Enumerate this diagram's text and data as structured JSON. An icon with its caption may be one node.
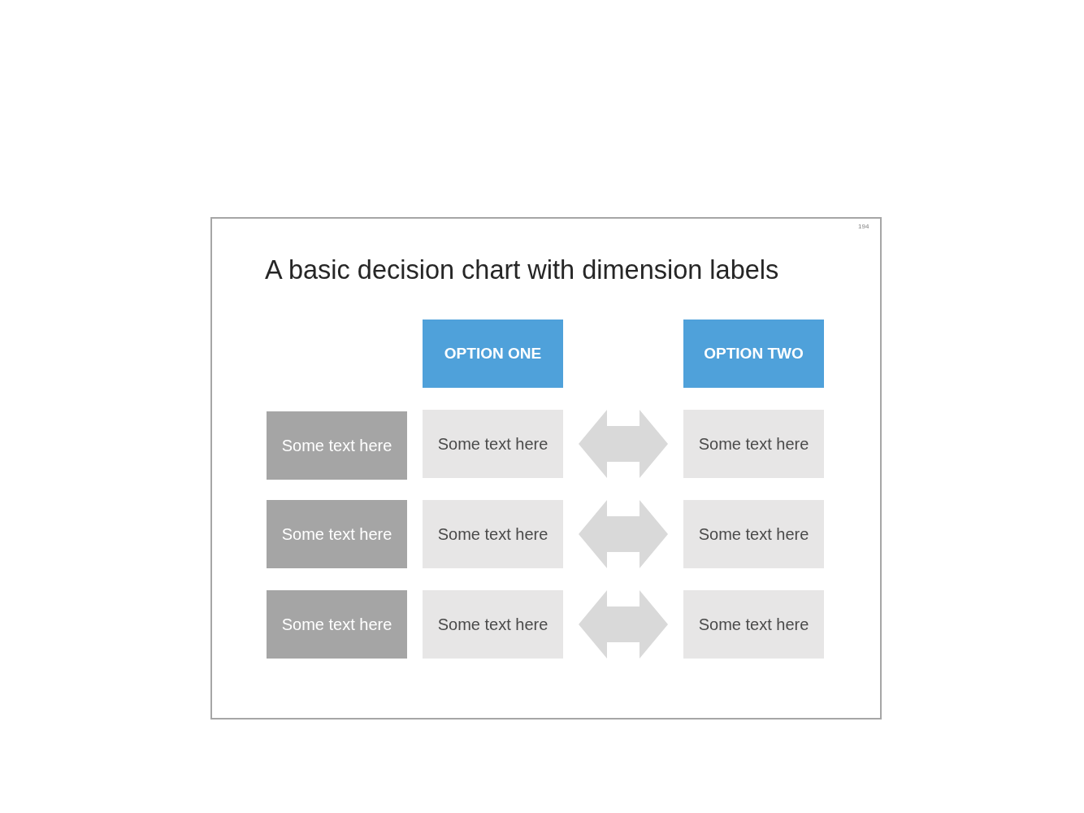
{
  "diagram": {
    "title": "A basic decision chart with dimension labels",
    "nodes": [
      {
        "text": [
          "OPTION ONE"
        ]
      },
      {
        "text": [
          "OPTION TWO"
        ]
      },
      {
        "text": [
          "Some text here"
        ]
      },
      {
        "text": [
          "Some text here"
        ]
      },
      {
        "text": [
          "Some text here"
        ]
      },
      {
        "text": [
          "Some text here"
        ]
      },
      {
        "text": [
          "Some text here"
        ]
      },
      {
        "text": [
          "Some text here"
        ]
      },
      {
        "text": [
          "Some text here"
        ]
      },
      {
        "text": [
          "Some text here"
        ]
      },
      {
        "text": [
          "Some text here"
        ]
      }
    ],
    "edges": [
      {
        "from": 3,
        "to": 4,
        "arrow": "both"
      },
      {
        "from": 6,
        "to": 7,
        "arrow": "both"
      },
      {
        "from": 9,
        "to": 10,
        "arrow": "both"
      }
    ],
    "labels": [
      "194"
    ]
  }
}
